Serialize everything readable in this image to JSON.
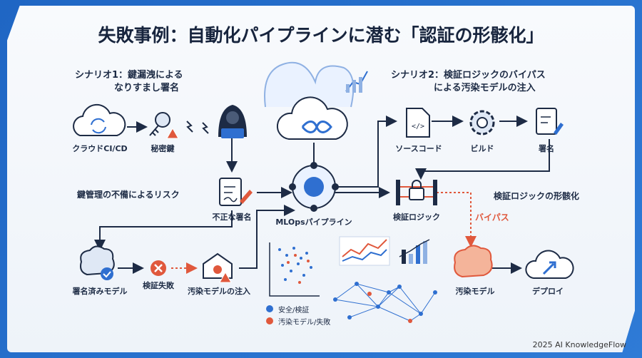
{
  "title": "失敗事例：自動化パイプラインに潜む「認証の形骸化」",
  "scenario1": {
    "line1": "シナリオ1：鍵漏洩による",
    "line2": "なりすまし署名"
  },
  "scenario2": {
    "line1": "シナリオ2：検証ロジックのバイパス",
    "line2": "による汚染モデルの注入"
  },
  "risk_label": "鍵管理の不備によるリスク",
  "formality_label": "検証ロジックの形骸化",
  "bypass_label": "バイパス",
  "nodes": {
    "cloud_cicd": "クラウドCI/CD",
    "secret_key": "秘密鍵",
    "unauth_sign": "不正な署名",
    "signed_model": "署名済みモデル",
    "verify_fail": "検証失敗",
    "poison_inject": "汚染モデルの注入",
    "mlops": "MLOpsパイプライン",
    "source_code": "ソースコード",
    "build": "ビルド",
    "sign": "署名",
    "verify_logic": "検証ロジック",
    "poison_model": "汚染モデル",
    "deploy": "デプロイ"
  },
  "legend": [
    {
      "label": "安全/検証",
      "color": "#2f6fd0"
    },
    {
      "label": "汚染モデル/失敗",
      "color": "#e0583c"
    }
  ],
  "footer": "2025 AI KnowledgeFlow",
  "colors": {
    "primary": "#2f6fd0",
    "danger": "#e0583c",
    "ink": "#1d2b45"
  }
}
